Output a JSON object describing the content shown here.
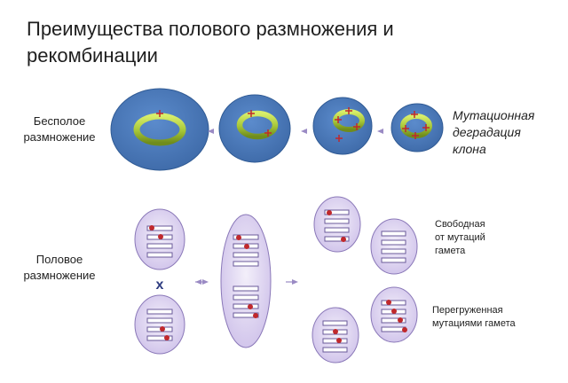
{
  "title": "Преимущества полового размножения и рекомбинации",
  "asexual": {
    "label_line1": "Бесполое",
    "label_line2": "размножение",
    "result_line1": "Мутационная",
    "result_line2": "деградация",
    "result_line3": "клона"
  },
  "sexual": {
    "label_line1": "Половое",
    "label_line2": "размножение",
    "cross_symbol": "x",
    "free_gamete_line1": "Свободная",
    "free_gamete_line2": "от мутаций",
    "free_gamete_line3": "гамета",
    "loaded_gamete_line1": "Перегруженная",
    "loaded_gamete_line2": "мутациями гамета"
  },
  "colors": {
    "cell_blue": "#4a78b8",
    "ring_green": "#a8c93a",
    "mutation_red": "#c0282c",
    "oval_fill": "#dcd2ef",
    "oval_stroke": "#8a78b8",
    "arrow": "#9a8ac4"
  }
}
